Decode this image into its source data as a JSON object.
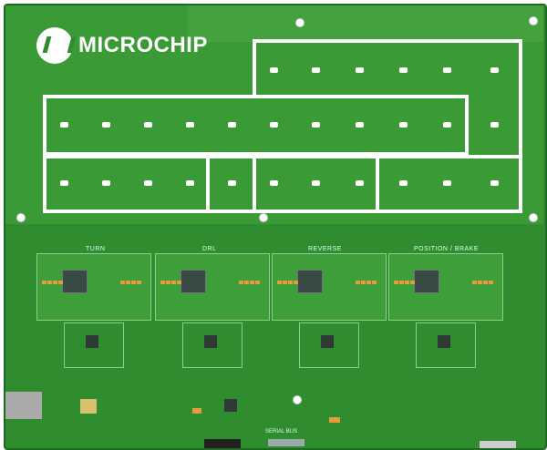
{
  "board": {
    "brand": "MICROCHIP",
    "channels": [
      {
        "label": "TURN"
      },
      {
        "label": "DRL"
      },
      {
        "label": "REVERSE"
      },
      {
        "label": "POSITION / BRAKE"
      }
    ],
    "connector_label": "SERIAL BUS",
    "colors": {
      "pcb": "#2f8d2f",
      "silkscreen": "#ffffff",
      "pad": "#e89a3c"
    }
  }
}
